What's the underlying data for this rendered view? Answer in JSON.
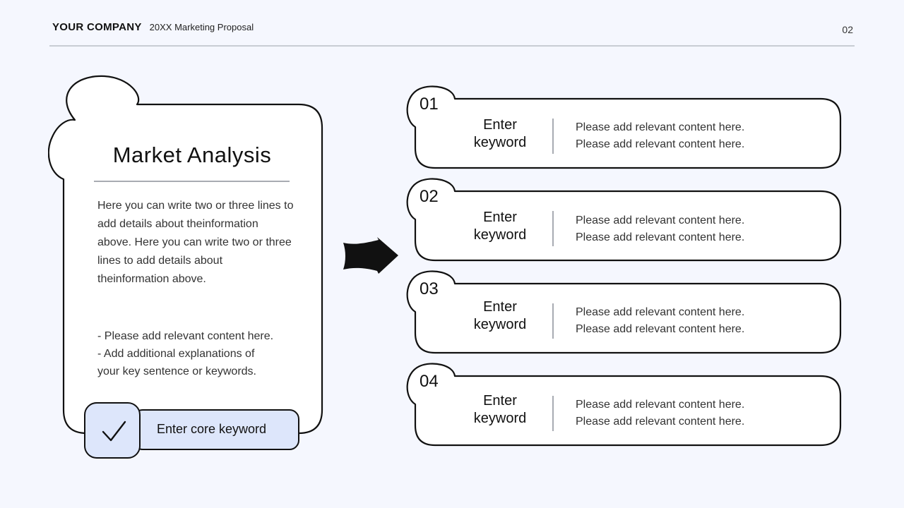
{
  "header": {
    "company": "YOUR COMPANY",
    "subtitle": "20XX Marketing Proposal",
    "page_number": "02"
  },
  "card": {
    "title": "Market Analysis",
    "body": "Here you can write two or three lines to add details about theinformation above. Here you can write two or three lines to add details about theinformation above.",
    "bullets": [
      "- Please add relevant content here.",
      "- Add additional explanations of",
      "your key sentence or keywords."
    ],
    "core_keyword": "Enter core keyword",
    "check_icon": "checkmark-icon"
  },
  "arrow_icon": "right-arrow-icon",
  "items": [
    {
      "number": "01",
      "keyword_line1": "Enter",
      "keyword_line2": "keyword",
      "line1": "Please add relevant content here.",
      "line2": "Please add relevant content here."
    },
    {
      "number": "02",
      "keyword_line1": "Enter",
      "keyword_line2": "keyword",
      "line1": "Please add relevant content here.",
      "line2": "Please add relevant content here."
    },
    {
      "number": "03",
      "keyword_line1": "Enter",
      "keyword_line2": "keyword",
      "line1": "Please add relevant content here.",
      "line2": "Please add relevant content here."
    },
    {
      "number": "04",
      "keyword_line1": "Enter",
      "keyword_line2": "keyword",
      "line1": "Please add relevant content here.",
      "line2": "Please add relevant content here."
    }
  ],
  "colors": {
    "background": "#f5f7fe",
    "accent_fill": "#dde6fb",
    "outline": "#111111"
  }
}
